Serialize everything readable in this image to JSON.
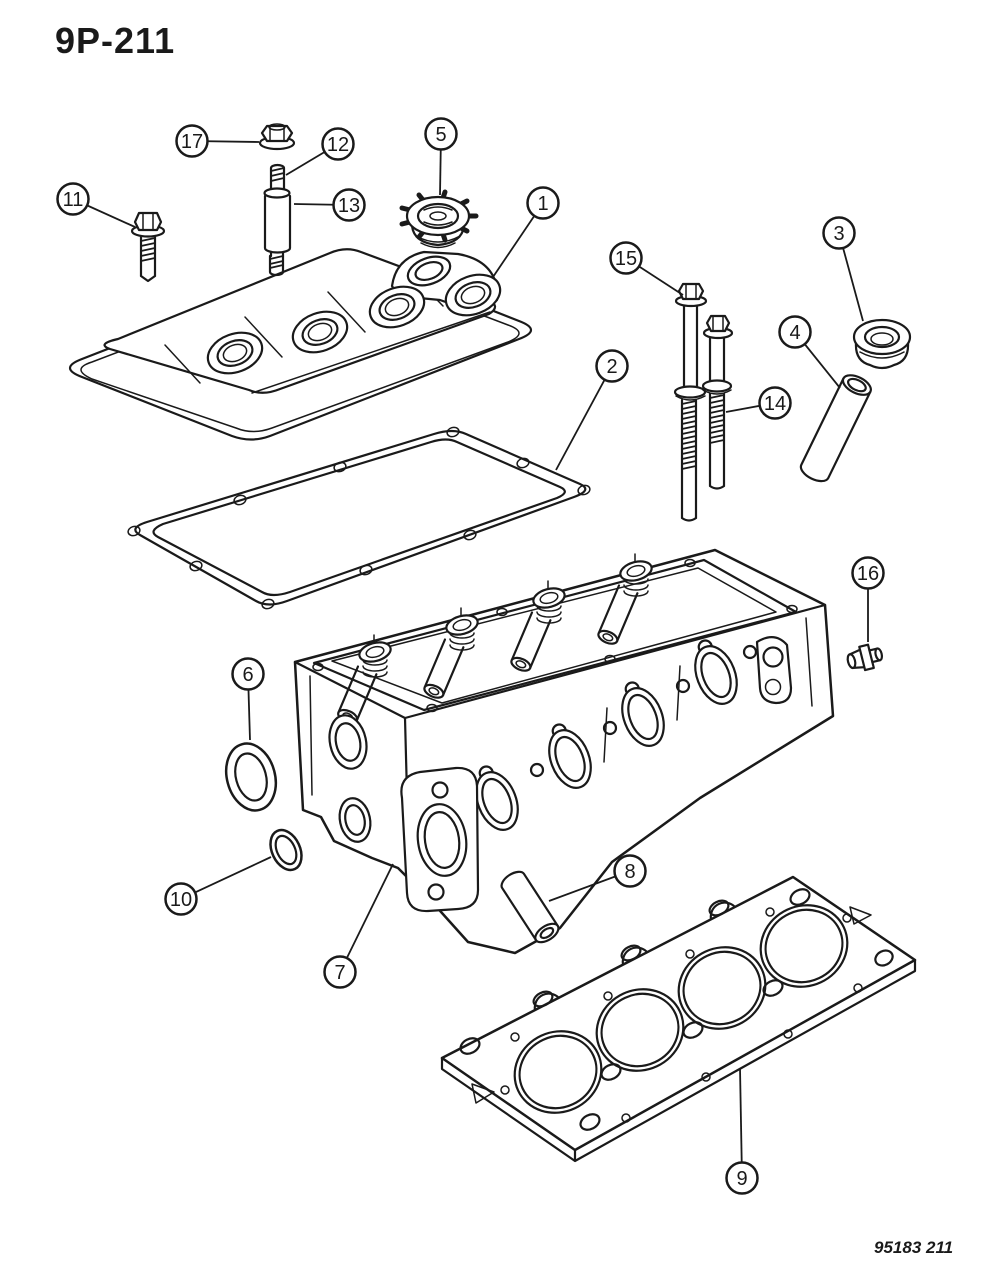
{
  "page": {
    "title": "9P-211",
    "footer_code": "95183  211",
    "background": "#ffffff",
    "line_color": "#1a1a1a"
  },
  "callout_numbers": [
    "1",
    "2",
    "3",
    "4",
    "5",
    "6",
    "7",
    "8",
    "9",
    "10",
    "11",
    "12",
    "13",
    "14",
    "15",
    "16",
    "17"
  ]
}
